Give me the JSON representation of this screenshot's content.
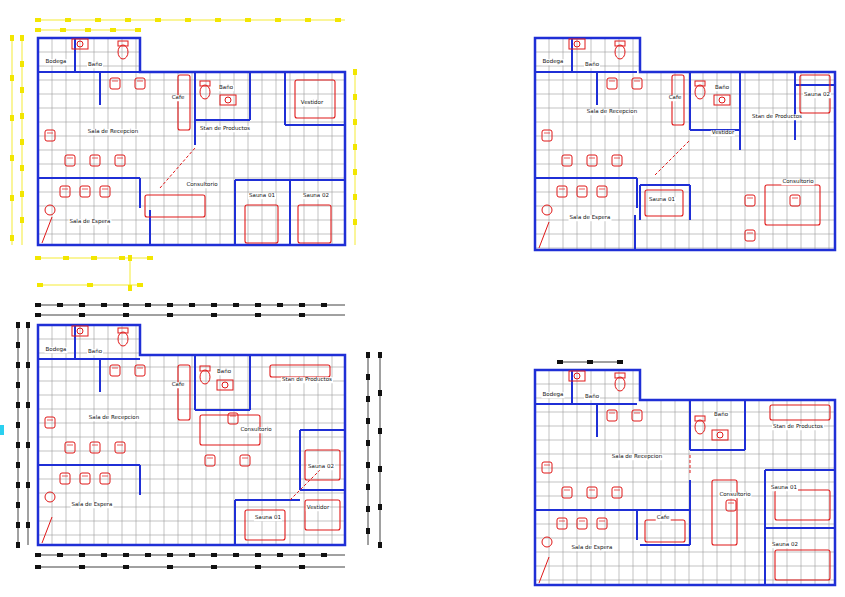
{
  "diagram": {
    "labels": [
      "Bodega",
      "Baño",
      "Sala de Recepcion",
      "Cafe",
      "Baño",
      "Vestidor",
      "Stan de Productos",
      "Consultorio",
      "Sauna 01",
      "Sauna 02",
      "Sala de Espera",
      "Bodega",
      "Baño",
      "Sala de Recepcion",
      "Cafe",
      "Baño",
      "Stan de Productos",
      "Vestidor",
      "Sauna 02",
      "Consultorio",
      "Sauna 01",
      "Sala de Espera",
      "Bodega",
      "Baño",
      "Baño",
      "Cafe",
      "Stan de Productos",
      "Sala de Recepcion",
      "Consultorio",
      "Sauna 02",
      "Sala de Espera",
      "Vestidor",
      "Sauna 01",
      "Bodega",
      "Baño",
      "Baño",
      "Stan de Productos",
      "Sala de Recepcion",
      "Sauna 01",
      "Consultorio",
      "Cafe",
      "Sauna 02",
      "Sala de Espera"
    ]
  }
}
